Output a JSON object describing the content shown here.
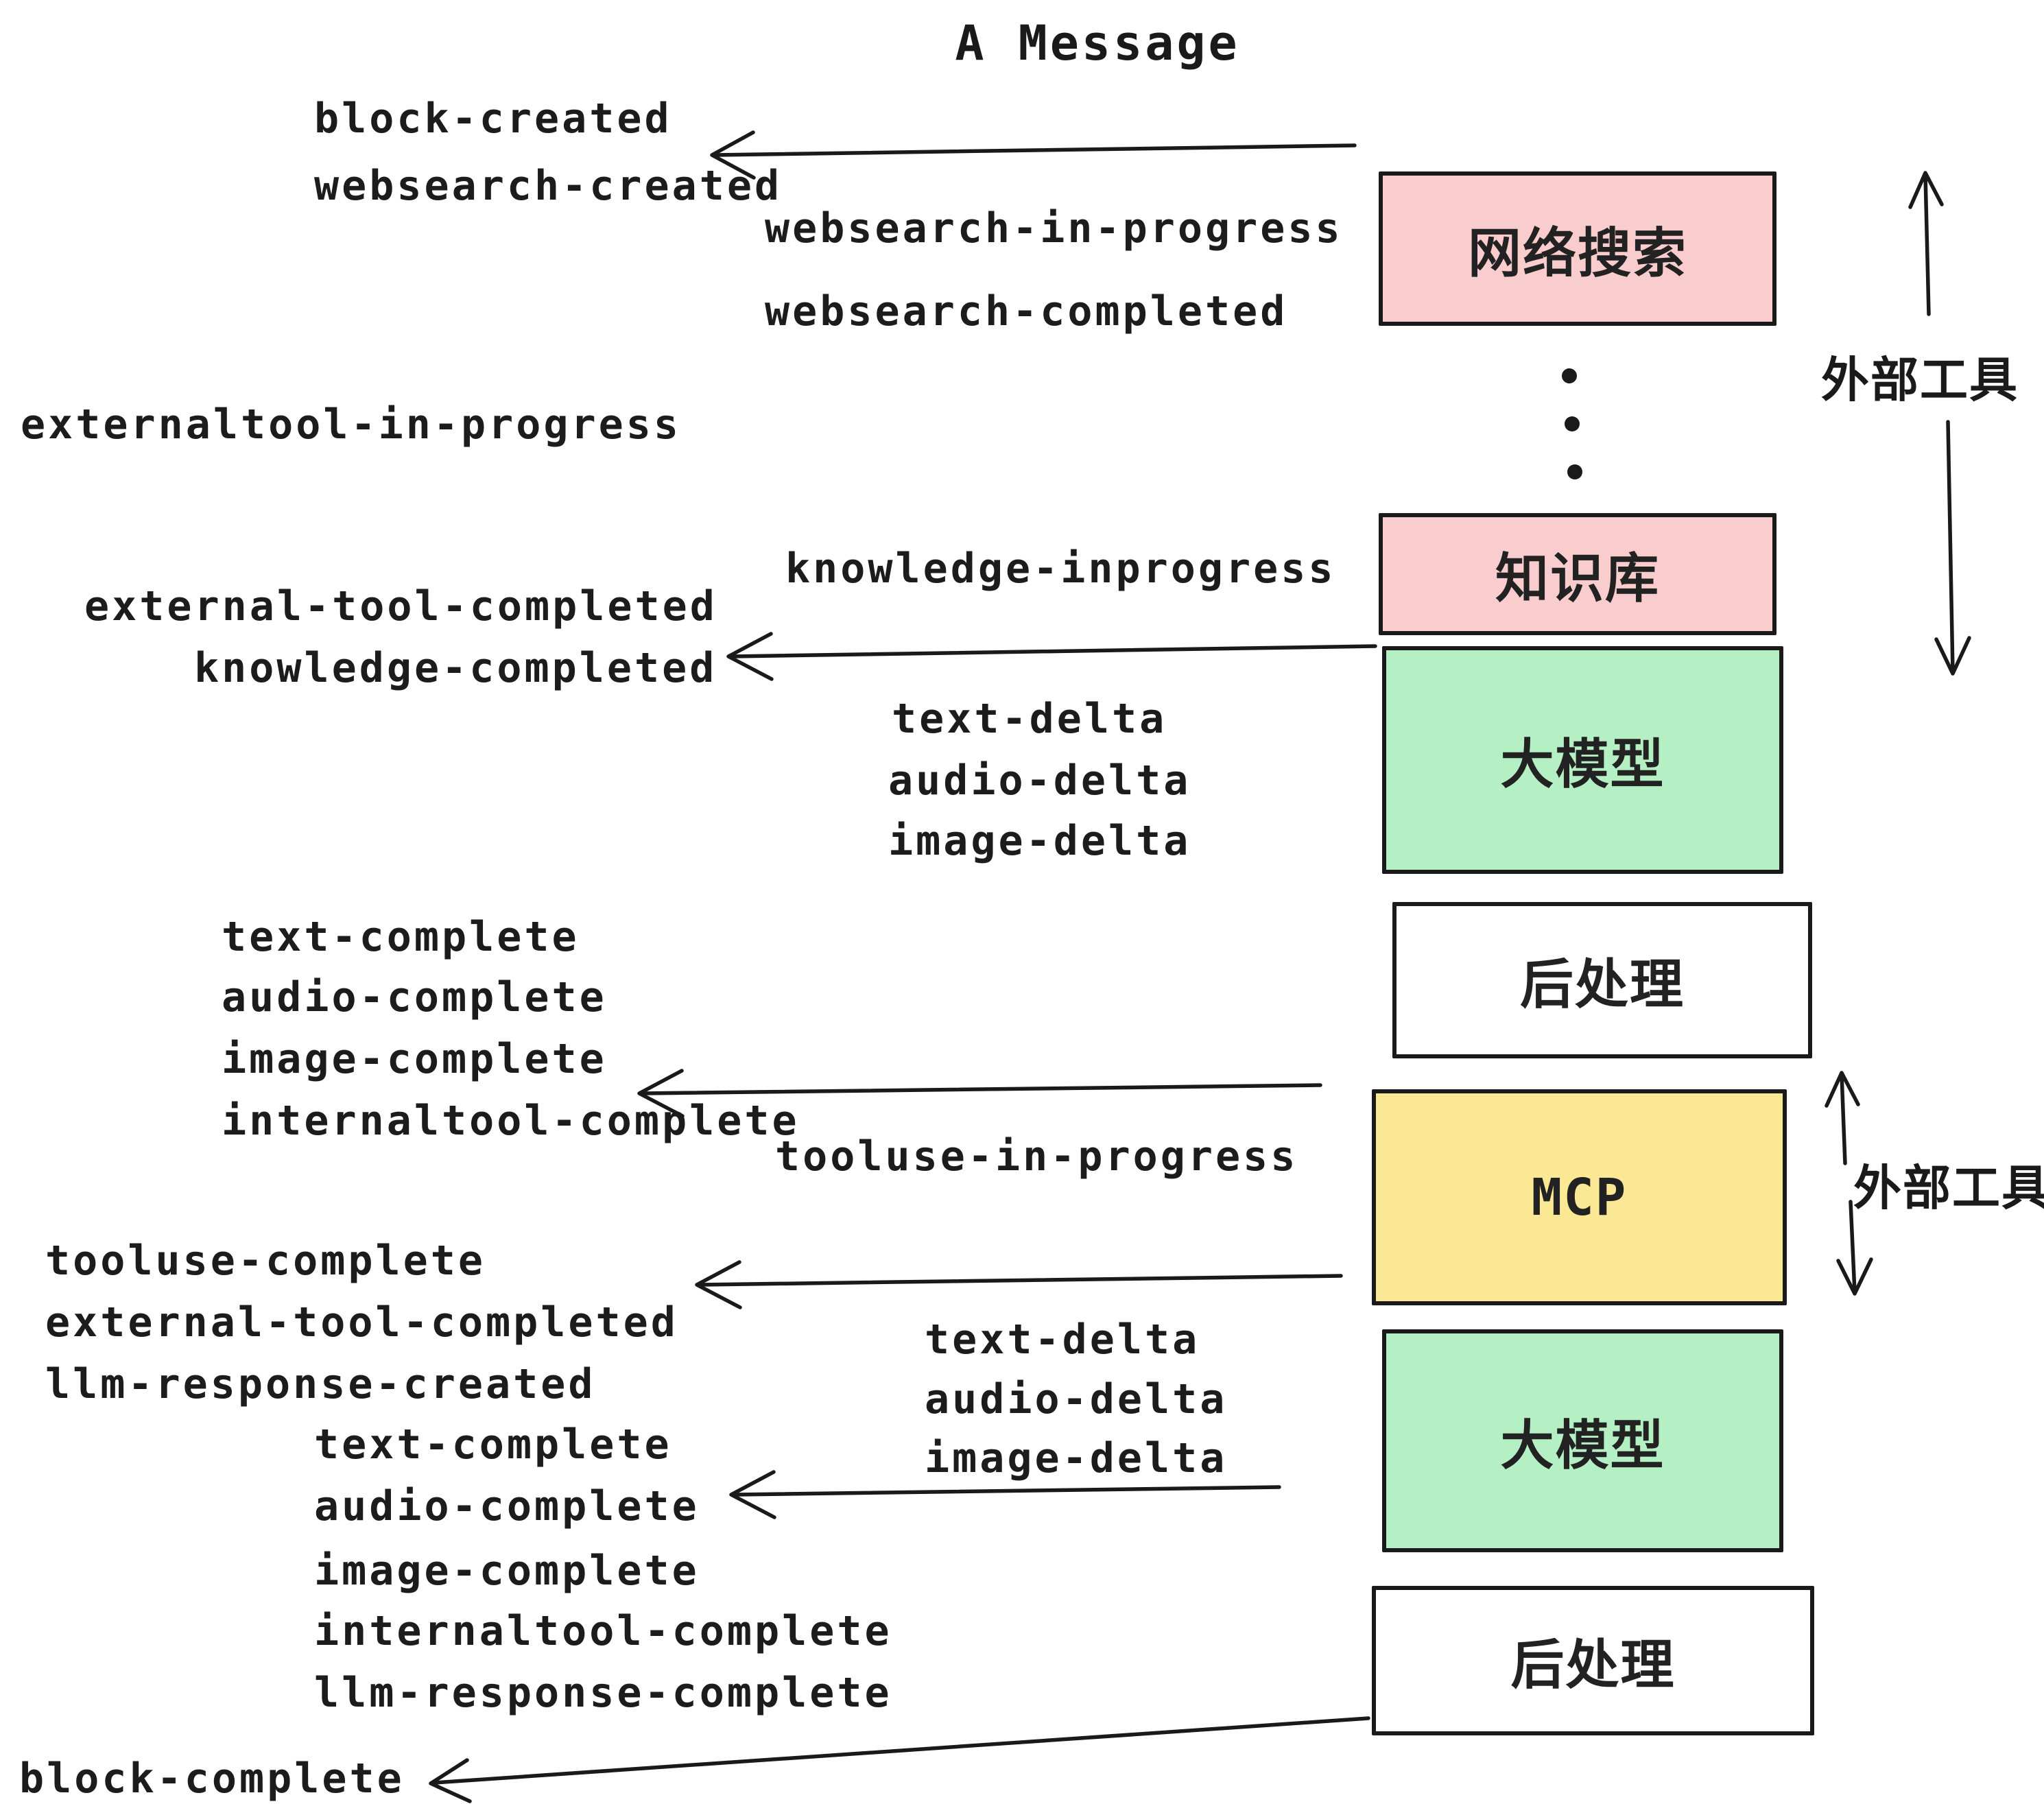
{
  "title": "A Message",
  "events": {
    "block_created": "block-created",
    "websearch_created": "websearch-created",
    "websearch_in_progress": "websearch-in-progress",
    "websearch_completed": "websearch-completed",
    "externaltool_in_progress": "externaltool-in-progress",
    "knowledge_inprogress": "knowledge-inprogress",
    "external_tool_completed_1": "external-tool-completed",
    "knowledge_completed": "knowledge-completed",
    "text_delta_1": "text-delta",
    "audio_delta_1": "audio-delta",
    "image_delta_1": "image-delta",
    "text_complete_1": "text-complete",
    "audio_complete_1": "audio-complete",
    "image_complete_1": "image-complete",
    "internaltool_complete_1": "internaltool-complete",
    "tooluse_in_progress": "tooluse-in-progress",
    "tooluse_complete": "tooluse-complete",
    "external_tool_completed_2": "external-tool-completed",
    "llm_response_created": "llm-response-created",
    "text_delta_2": "text-delta",
    "audio_delta_2": "audio-delta",
    "image_delta_2": "image-delta",
    "text_complete_2": "text-complete",
    "audio_complete_2": "audio-complete",
    "image_complete_2": "image-complete",
    "internaltool_complete_2": "internaltool-complete",
    "llm_response_complete": "llm-response-complete",
    "block_complete": "block-complete"
  },
  "boxes": {
    "websearch": {
      "label": "网络搜索",
      "color": "#f9cdcd"
    },
    "knowledge": {
      "label": "知识库",
      "color": "#f9cdcd"
    },
    "llm_1": {
      "label": "大模型",
      "color": "#b5efc4"
    },
    "post_1": {
      "label": "后处理",
      "color": "#ffffff"
    },
    "mcp": {
      "label": "MCP",
      "color": "#fae895"
    },
    "llm_2": {
      "label": "大模型",
      "color": "#b5efc4"
    },
    "post_2": {
      "label": "后处理",
      "color": "#ffffff"
    }
  },
  "annotations": {
    "external_tools_top": "外部工具",
    "external_tools_mcp": "外部工具"
  },
  "icons": {
    "ellipsis_vertical": "vertical-ellipsis-dots",
    "arrows": "hand-drawn-black-arrows"
  },
  "colors": {
    "ink": "#1a1a1a",
    "pink": "#f9cdcd",
    "green": "#b5efc4",
    "yellow": "#fae895",
    "white": "#ffffff",
    "background": "#ffffff"
  }
}
